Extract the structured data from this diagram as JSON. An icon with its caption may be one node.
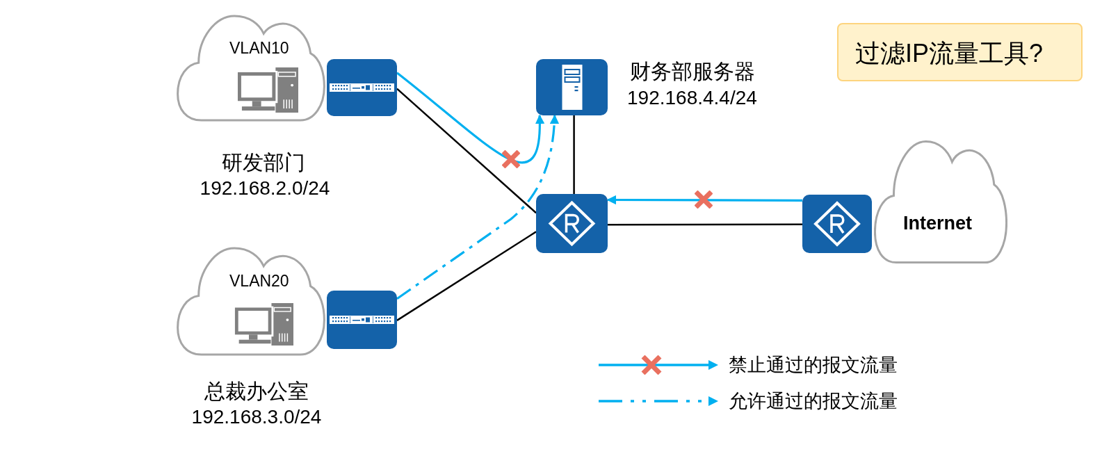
{
  "diagram": {
    "nodes": [
      {
        "text": [
          "VLAN10"
        ],
        "beside": [
          "研发部门",
          "192.168.2.0/24"
        ]
      },
      {
        "text": [],
        "shape": "picture"
      },
      {
        "text": [],
        "shape": "picture",
        "beside": [
          "财务部服务器",
          "192.168.4.4/24"
        ]
      },
      {
        "text": [
          "过滤IP流量工具?"
        ]
      },
      {
        "text": [],
        "shape": "picture"
      },
      {
        "text": [
          "Internet"
        ]
      },
      {
        "text": [],
        "shape": "picture"
      },
      {
        "text": [
          "VLAN20"
        ],
        "beside": [
          "总裁办公室",
          "192.168.3.0/24"
        ]
      },
      {
        "text": [],
        "shape": "picture"
      }
    ],
    "edges": [
      {
        "from": 1,
        "to": 4,
        "arrow": "none"
      },
      {
        "from": 8,
        "to": 4,
        "arrow": "none"
      },
      {
        "from": 2,
        "to": 4,
        "arrow": "none"
      },
      {
        "from": 4,
        "to": 6,
        "arrow": "none"
      },
      {
        "from": 1,
        "to": 2,
        "arrow": "to",
        "color": "#00b0f0"
      },
      {
        "from": 8,
        "to": 2,
        "arrow": "to",
        "style": "dashed",
        "color": "#00b0f0"
      },
      {
        "from": 6,
        "to": 4,
        "arrow": "to",
        "color": "#00b0f0"
      }
    ],
    "legend": [
      {
        "text": "禁止通过的报文流量"
      },
      {
        "text": "允许通过的报文流量"
      }
    ]
  }
}
